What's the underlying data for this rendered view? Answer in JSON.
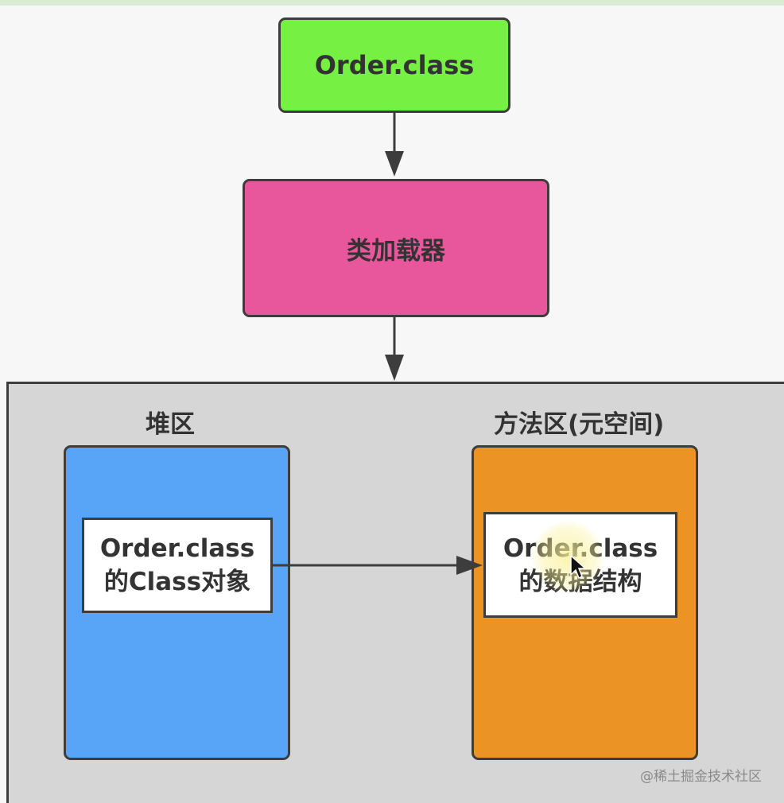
{
  "nodes": {
    "source_class": {
      "label": "Order.class"
    },
    "class_loader": {
      "label": "类加载器"
    }
  },
  "memory": {
    "heap": {
      "title": "堆区",
      "object": {
        "line1": "Order.class",
        "line2": "的Class对象"
      }
    },
    "method_area": {
      "title": "方法区(元空间)",
      "data_structure": {
        "line1": "Order.class",
        "line2": "的数据结构"
      }
    }
  },
  "watermark": "@稀土掘金技术社区",
  "colors": {
    "source_class_fill": "#76f043",
    "class_loader_fill": "#e8579c",
    "memory_area_fill": "#d6d6d6",
    "heap_fill": "#58a4f7",
    "method_area_fill": "#ec9326",
    "border": "#3d3d3d"
  }
}
